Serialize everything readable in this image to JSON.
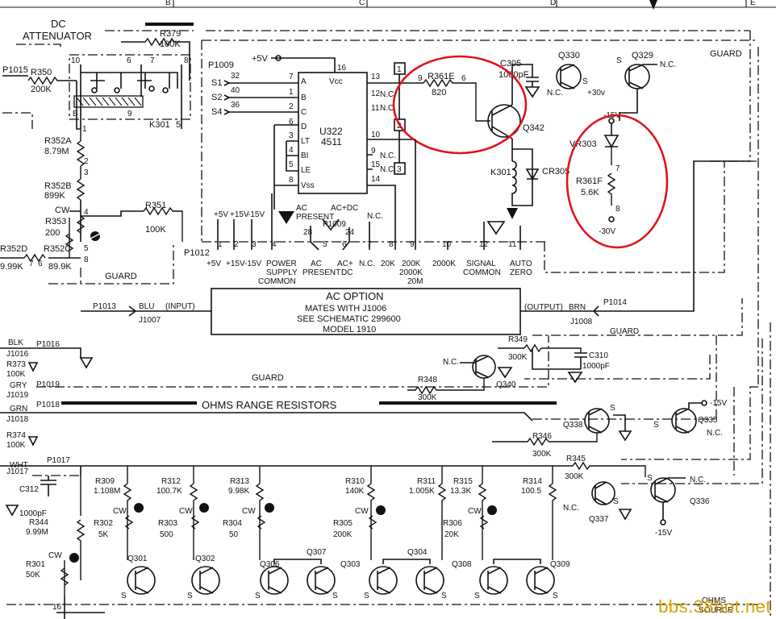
{
  "grid": {
    "col_b": "B",
    "col_c": "C",
    "col_d": "D",
    "col_e": "E"
  },
  "attenuator": {
    "title1": "DC",
    "title2": "ATTENUATOR",
    "r379": "R379",
    "r379v": "100K",
    "k301": "K301",
    "pin5": "5",
    "pin10": "10",
    "pin6": "6",
    "pin7": "7",
    "pin8": "8",
    "pin9": "9",
    "pinb": "B",
    "pin1": "1"
  },
  "left": {
    "p1015": "P1015",
    "r350": "R350",
    "r350v": "200K",
    "r352a": "R352A",
    "r352av": "8.79M",
    "r352b": "R352B",
    "r352bv": "899K",
    "r353": "R353",
    "r353v": "200",
    "r352d": "R352D",
    "r352dv": "9.99K",
    "r352c": "R352C",
    "r352cv": "89.9K",
    "r351": "R351",
    "r351v": "100K",
    "cw": "CW",
    "guard": "GUARD",
    "n2": "2",
    "n3": "3",
    "n4": "4",
    "n5": "5",
    "n6": "6",
    "n7": "7",
    "n8": "8"
  },
  "decoder": {
    "p1009": "P1009",
    "plus5v": "+5V",
    "vcc": "Vcc",
    "name": "U322",
    "part": "4511",
    "s1": "S1",
    "s2": "S2",
    "s4": "S4",
    "in1": "32",
    "in2": "40",
    "in3": "36",
    "pA": "A",
    "pB": "B",
    "pC": "C",
    "pD": "D",
    "pLT": "LT",
    "pBI": "BI",
    "pLE": "LE",
    "pVss": "Vss",
    "n7": "7",
    "n1": "1",
    "n2": "2",
    "n6": "6",
    "n3": "3",
    "n4": "4",
    "n5": "5",
    "n8": "8",
    "o13": "13",
    "o12": "12",
    "o11": "11",
    "o10": "10",
    "o9": "9",
    "o15": "15",
    "o14": "14",
    "o16": "16",
    "nc": "N.C."
  },
  "highlight": {
    "box1": "1",
    "box2": "2",
    "box3": "3",
    "r361e": "R361E",
    "r361ev": "820",
    "r9": "9",
    "r6": "6",
    "c305": "C305",
    "c305v": "1000pF",
    "q342": "Q342",
    "k301": "K301",
    "cr305": "CR305",
    "q330": "Q330",
    "q329": "Q329",
    "nc": "N.C.",
    "plus30": "+30v",
    "s": "S",
    "guard": "GUARD",
    "m15": "-15V",
    "vr303": "VR303",
    "r361f": "R361F",
    "r361fv": "5.6K",
    "m30": "-30V",
    "p7": "7",
    "p8": "8"
  },
  "connector": {
    "p1012": "P1012",
    "acpresent": "AC",
    "present": "PRESENT",
    "acdc": "AC+DC",
    "p1009": "P1009",
    "n28": "28",
    "n24": "24",
    "nc": "N.C.",
    "v5": "+5V",
    "v15": "+15V",
    "vm15": "-15V",
    "pins": [
      "1",
      "2",
      "3",
      "4",
      "5",
      "6",
      "7",
      "8",
      "9",
      "10",
      "12",
      "11"
    ],
    "labels1": [
      "+5V",
      "+15V",
      "-15V",
      "POWER",
      "AC",
      "AC+",
      "N.C.",
      "20K",
      "200K",
      "2000K",
      "SIGNAL",
      "AUTO"
    ],
    "labels2": [
      "",
      "",
      "",
      "SUPPLY",
      "PRESENT",
      "DC",
      "",
      "",
      "2000K",
      "",
      "COMMON",
      "ZERO"
    ],
    "labels3": [
      "",
      "",
      "",
      "COMMON",
      "",
      "",
      "",
      "",
      "20M",
      "",
      "",
      ""
    ]
  },
  "acoption": {
    "title": "AC OPTION",
    "line1": "MATES WITH J1006",
    "line2": "SEE SCHEMATIC 299600",
    "line3": "MODEL 1910",
    "p1013": "P1013",
    "blu": "BLU",
    "input": "(INPUT)",
    "j1007": "J1007",
    "output": "(OUTPUT)",
    "brn": "BRN",
    "p1014": "P1014",
    "j1008": "J1008",
    "guard": "GUARD"
  },
  "ohms": {
    "title": "OHMS RANGE RESISTORS",
    "p1016": "P1016",
    "blk": "BLK",
    "j1016": "J1016",
    "r373": "R373",
    "r373v": "100K",
    "p1019": "P1019",
    "gry": "GRY",
    "j1019": "J1019",
    "p1018": "P1018",
    "grn": "GRN",
    "j1018": "J1018",
    "r374": "R374",
    "r374v": "100K",
    "wht": "WHT",
    "j1017": "J1017",
    "p1017": "P1017",
    "guard": "GUARD",
    "r349": "R349",
    "r349v": "300K",
    "c310": "C310",
    "c310v": "1000pF",
    "nc": "N.C.",
    "q340": "Q340",
    "r348": "R348",
    "r348v": "300K",
    "q338": "Q338",
    "q335": "Q335",
    "m15": "-15V",
    "s": "S",
    "r346": "R346",
    "r346v": "300K",
    "r345": "R345",
    "r345v": "300K",
    "q337": "Q337",
    "q336": "Q336",
    "m15b": "-15V"
  },
  "bottom": {
    "c312": "C312",
    "c312v": "1000pF",
    "r344": "R344",
    "r344v": "9.99M",
    "r301": "R301",
    "r301v": "50K",
    "cw": "CW",
    "n16": "16",
    "r309": "R309",
    "r309v": "1.108M",
    "r312": "R312",
    "r312v": "100.7K",
    "r313": "R313",
    "r313v": "9.98K",
    "r310": "R310",
    "r310v": "140K",
    "r311": "R311",
    "r311v": "1.005K",
    "r315": "R315",
    "r315v": "13.3K",
    "r314": "R314",
    "r314v": "100.5",
    "r302": "R302",
    "r302v": "5K",
    "r303": "R303",
    "r303v": "500",
    "r304": "R304",
    "r304v": "50",
    "r305": "R305",
    "r305v": "200K",
    "r306": "R306",
    "r306v": "20K",
    "q301": "Q301",
    "q302": "Q302",
    "q306": "Q306",
    "q307": "Q307",
    "q303": "Q303",
    "q304": "Q304",
    "q308": "Q308",
    "q309": "Q309",
    "s": "S",
    "ohms": "OHMS",
    "source": "SOURCE"
  },
  "watermark": "bbs.38hot.net"
}
